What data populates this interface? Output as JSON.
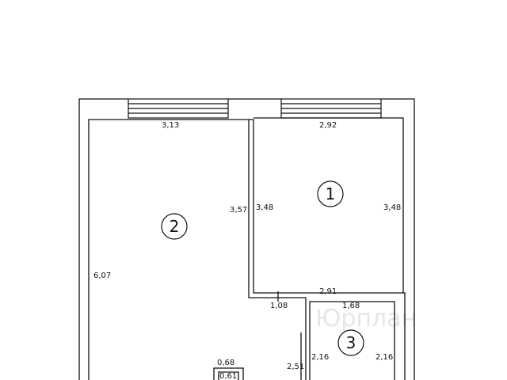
{
  "watermark": "Юрплан",
  "rooms": [
    {
      "number": "1"
    },
    {
      "number": "2"
    },
    {
      "number": "3"
    }
  ],
  "dimensions": {
    "room2_top": "3,13",
    "room1_top": "2,92",
    "room2_right": "3,57",
    "room1_left": "3,48",
    "room1_right": "3,48",
    "room2_left": "6,07",
    "room1_bottom": "2,91",
    "corridor_width": "1,08",
    "room3_top": "1,68",
    "room3_left": "2,16",
    "room3_right": "2,16",
    "corridor_side": "2,51",
    "niche_top": "0,68",
    "niche_inner": "0,61"
  },
  "colors": {
    "wall": "#111111",
    "background": "#ffffff"
  }
}
